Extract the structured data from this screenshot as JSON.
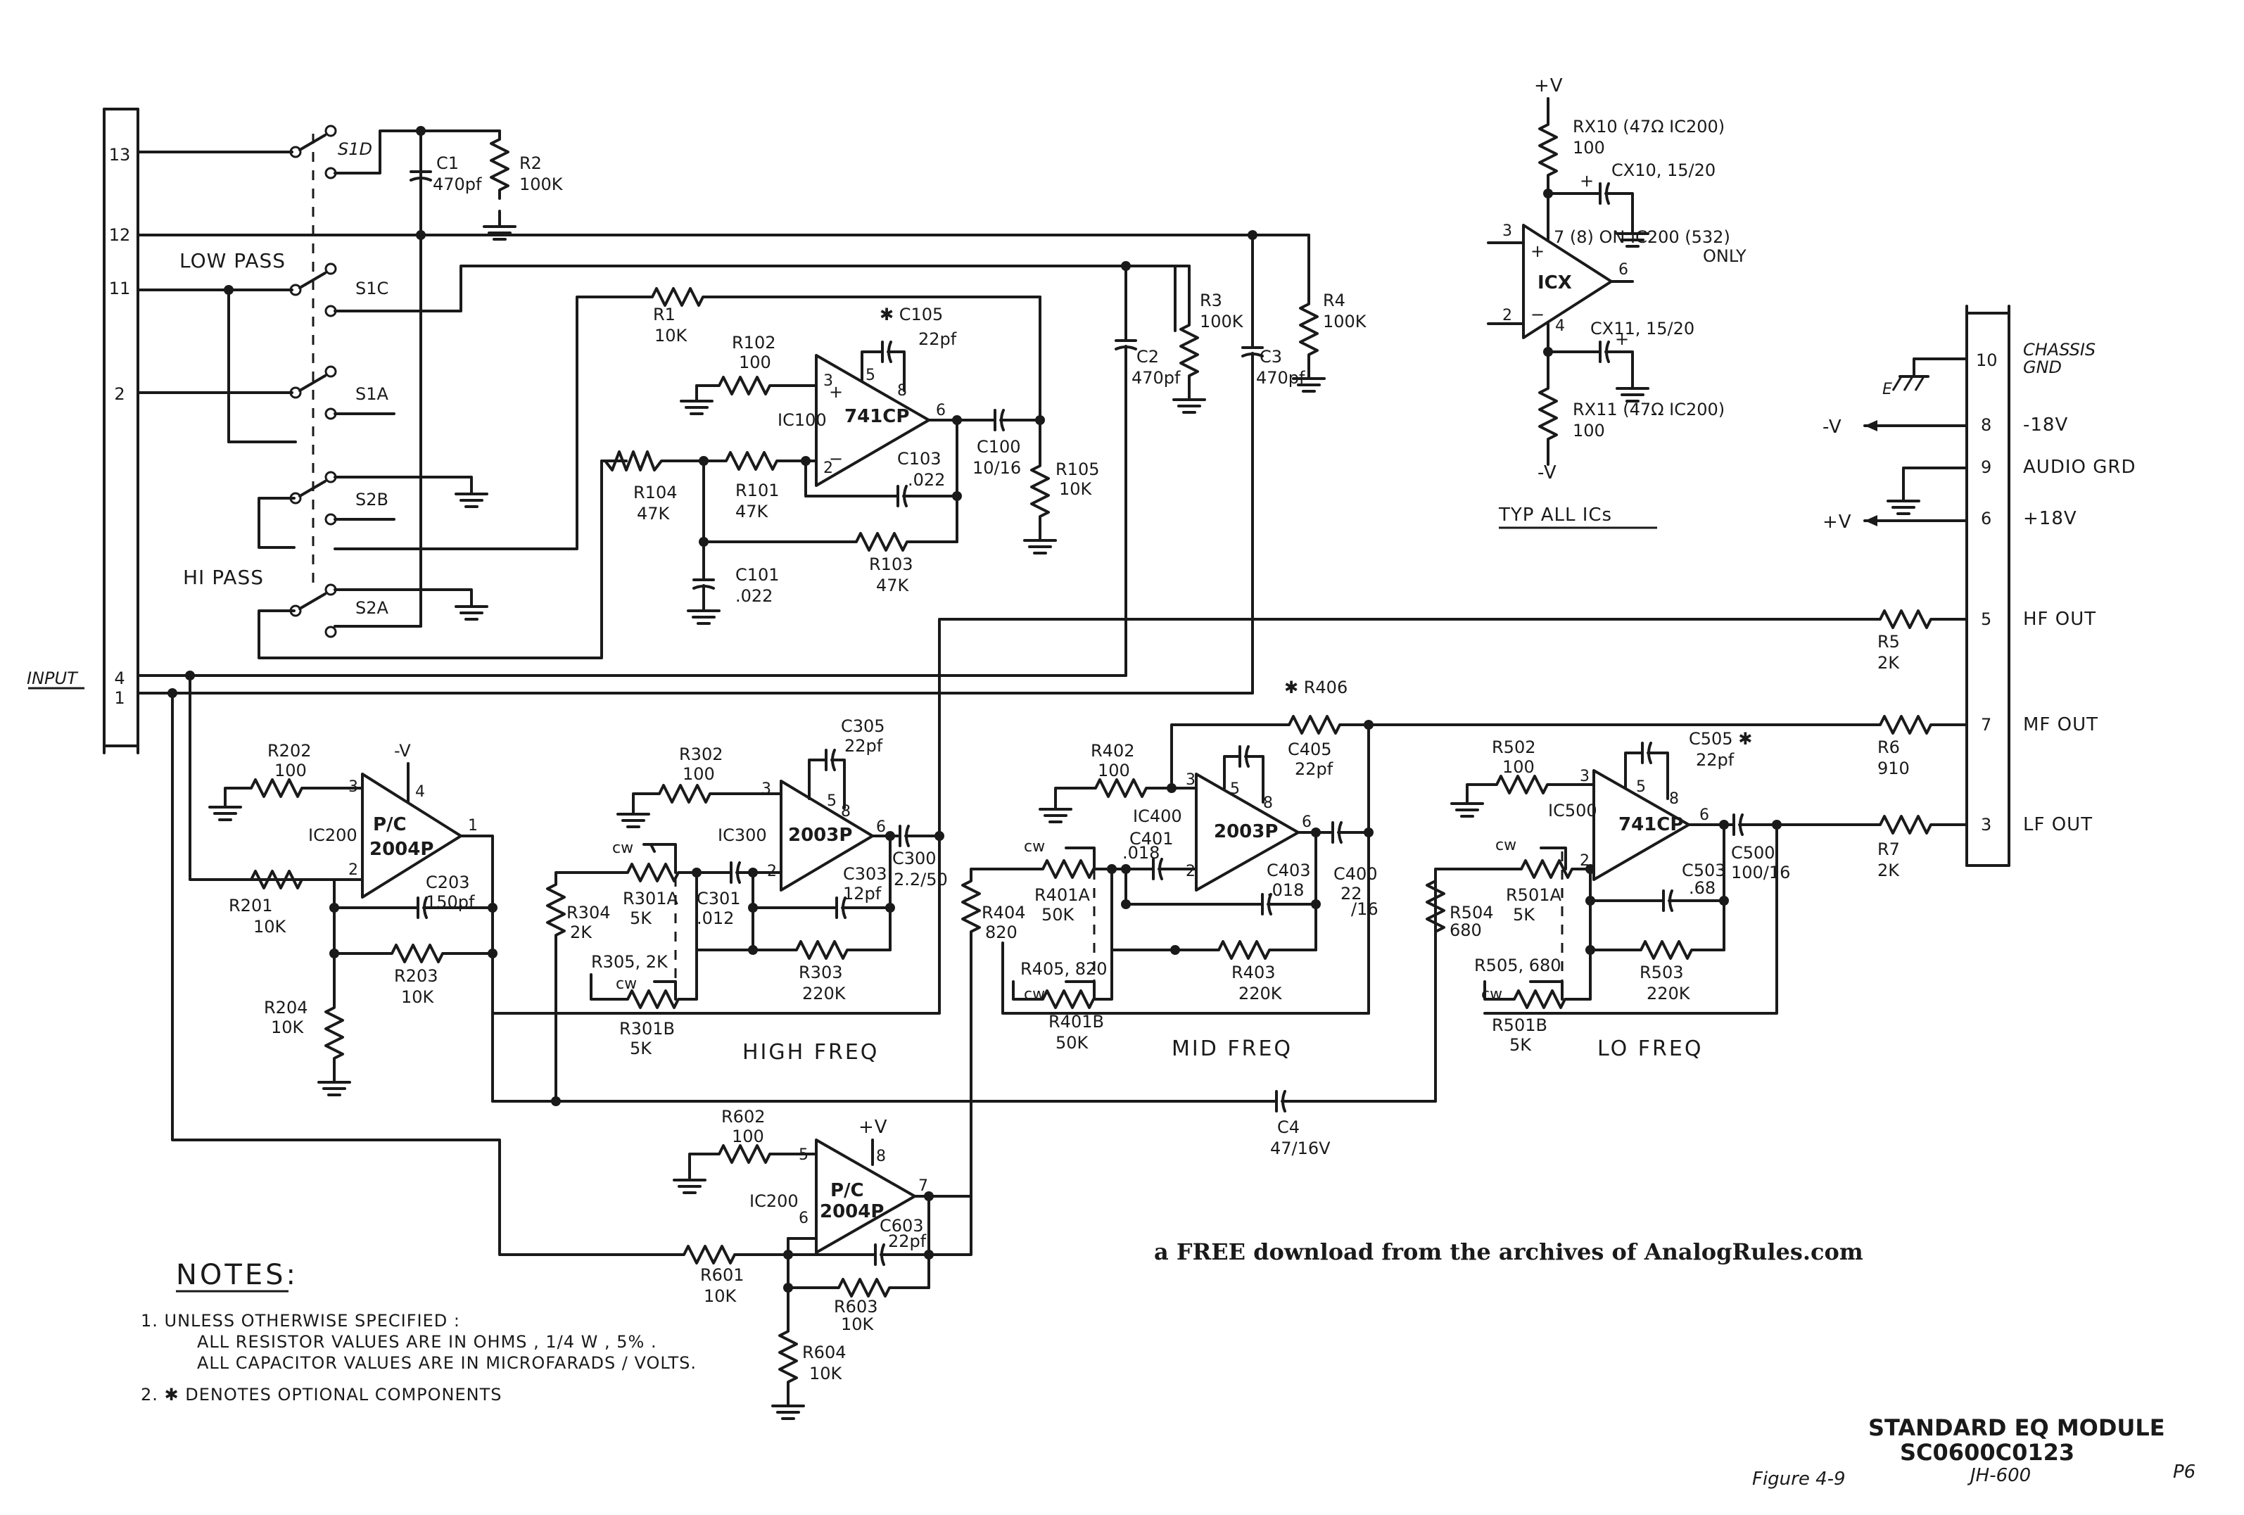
{
  "labels": {
    "input": "INPUT",
    "low_pass": "LOW PASS",
    "hi_pass": "HI PASS",
    "high_freq": "HIGH FREQ",
    "mid_freq": "MID FREQ",
    "lo_freq": "LO FREQ",
    "typ_all_ics": "TYP ALL ICs"
  },
  "input_connector": {
    "pins": [
      "13",
      "12",
      "11",
      "2",
      "4",
      "1"
    ]
  },
  "output_connector": {
    "pins": [
      {
        "no": "10",
        "label": "CHASSIS",
        "label2": "GND"
      },
      {
        "no": "8",
        "label": "-18V"
      },
      {
        "no": "9",
        "label": "AUDIO GRD"
      },
      {
        "no": "6",
        "label": "+18V"
      },
      {
        "no": "5",
        "label": "HF OUT"
      },
      {
        "no": "7",
        "label": "MF OUT"
      },
      {
        "no": "3",
        "label": "LF OUT"
      }
    ],
    "rail_neg": "-V",
    "rail_pos": "+V",
    "ground_mark": "E"
  },
  "switches": {
    "s1d": "S1D",
    "s1c": "S1C",
    "s1a": "S1A",
    "s2b": "S2B",
    "s2a": "S2A",
    "cw": "cw"
  },
  "typical_ic": {
    "plus_v": "+V",
    "minus_v": "-V",
    "rx10": "RX10 (47Ω IC200)",
    "rx10_val": "100",
    "cx10": "CX10, 15/20",
    "cx11": "CX11, 15/20",
    "rx11": "RX11 (47Ω IC200)",
    "rx11_val": "100",
    "pin7_note": "7 (8) ON IC200 (532)",
    "only": "ONLY",
    "name": "ICX",
    "pin3": "3",
    "pin2": "2",
    "pin4": "4",
    "pin6": "6",
    "plus": "+"
  },
  "ics": {
    "ic100": {
      "ref": "IC100",
      "type": "741CP",
      "p3": "3",
      "p2": "2",
      "p5": "5",
      "p8": "8",
      "p6": "6"
    },
    "ic200a": {
      "ref": "IC200",
      "type1": "P/C",
      "type2": "2004P",
      "p3": "3",
      "p2": "2",
      "p4": "4",
      "p1": "1",
      "rail": "-V"
    },
    "ic300": {
      "ref": "IC300",
      "type": "2003P",
      "p3": "3",
      "p2": "2",
      "p5": "5",
      "p8": "8",
      "p6": "6"
    },
    "ic400": {
      "ref": "IC400",
      "type": "2003P",
      "p3": "3",
      "p2": "2",
      "p5": "5",
      "p8": "8",
      "p6": "6"
    },
    "ic500": {
      "ref": "IC500",
      "type": "741CP",
      "p3": "3",
      "p2": "2",
      "p5": "5",
      "p8": "8",
      "p6": "6"
    },
    "ic200b": {
      "ref": "IC200",
      "type1": "P/C",
      "type2": "2004P",
      "p5": "5",
      "p6": "6",
      "p8": "8",
      "p7": "7",
      "rail": "+V"
    }
  },
  "components": {
    "c1": [
      "C1",
      "470pf"
    ],
    "r2": [
      "R2",
      "100K"
    ],
    "r1": [
      "R1",
      "10K"
    ],
    "r102": [
      "R102",
      "100"
    ],
    "c105": [
      "✱ C105",
      "22pf"
    ],
    "r104": [
      "R104",
      "47K"
    ],
    "r101": [
      "R101",
      "47K"
    ],
    "c103": [
      "C103",
      ".022"
    ],
    "c100": [
      "C100",
      "10/16"
    ],
    "r105": [
      "R105",
      "10K"
    ],
    "c101": [
      "C101",
      ".022"
    ],
    "r103": [
      "R103",
      "47K"
    ],
    "c2": [
      "C2",
      "470pf"
    ],
    "r3": [
      "R3",
      "100K"
    ],
    "c3": [
      "C3",
      "470pf"
    ],
    "r4": [
      "R4",
      "100K"
    ],
    "r202": [
      "R202",
      "100"
    ],
    "r201": [
      "R201",
      "10K"
    ],
    "c203": [
      "C203",
      "150pf"
    ],
    "r203": [
      "R203",
      "10K"
    ],
    "r204": [
      "R204",
      "10K"
    ],
    "r302": [
      "R302",
      "100"
    ],
    "c305": [
      "C305",
      "22pf"
    ],
    "r304": [
      "R304",
      "2K"
    ],
    "r301a": [
      "R301A",
      "5K"
    ],
    "c301": [
      "C301",
      ".012"
    ],
    "c303": [
      "C303",
      "12pf"
    ],
    "c300": [
      "C300",
      "2.2/50"
    ],
    "r305": [
      "R305, 2K"
    ],
    "r303": [
      "R303",
      "220K"
    ],
    "r301b": [
      "R301B",
      "5K"
    ],
    "r402": [
      "R402",
      "100"
    ],
    "r406": [
      "✱ R406"
    ],
    "c405": [
      "C405",
      "22pf"
    ],
    "c401": [
      "C401",
      ".018"
    ],
    "r404": [
      "R404",
      "820"
    ],
    "r401a": [
      "R401A",
      "50K"
    ],
    "c403": [
      "C403",
      ".018"
    ],
    "c400": [
      "C400",
      "22",
      "/16"
    ],
    "r405": [
      "R405, 820"
    ],
    "r403": [
      "R403",
      "220K"
    ],
    "r401b": [
      "R401B",
      "50K"
    ],
    "r502": [
      "R502",
      "100"
    ],
    "c505": [
      "C505 ✱",
      "22pf"
    ],
    "r504": [
      "R504",
      "680"
    ],
    "r501a": [
      "R501A",
      "5K"
    ],
    "c503": [
      "C503",
      ".68"
    ],
    "c500": [
      "C500",
      "100/16"
    ],
    "r505": [
      "R505, 680"
    ],
    "r503": [
      "R503",
      "220K"
    ],
    "r501b": [
      "R501B",
      "5K"
    ],
    "r5": [
      "R5",
      "2K"
    ],
    "r6": [
      "R6",
      "910"
    ],
    "r7": [
      "R7",
      "2K"
    ],
    "c4": [
      "C4",
      "47/16V"
    ],
    "r602": [
      "R602",
      "100"
    ],
    "r601": [
      "R601",
      "10K"
    ],
    "c603": [
      "C603",
      "22pf"
    ],
    "r603": [
      "R603",
      "10K"
    ],
    "r604": [
      "R604",
      "10K"
    ]
  },
  "notes": {
    "heading": "NOTES:",
    "n1": "1.  UNLESS OTHERWISE SPECIFIED :",
    "n1a": "ALL RESISTOR VALUES ARE IN OHMS , 1/4 W , 5% .",
    "n1b": "ALL CAPACITOR VALUES ARE IN MICROFARADS / VOLTS.",
    "n2": "2.  ✱ DENOTES OPTIONAL COMPONENTS"
  },
  "credit": "a FREE download from the archives of AnalogRules.com",
  "title_block": {
    "title": "STANDARD EQ MODULE",
    "number": "SC0600C0123",
    "figure": "Figure 4-9",
    "model": "JH-600",
    "page": "P6"
  }
}
